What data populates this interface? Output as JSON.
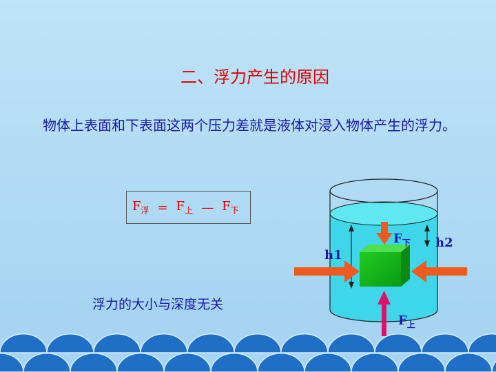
{
  "title": "二、浮力产生的原因",
  "paragraph": "物体上表面和下表面这两个压力差就是液体对浸入物体产生的浮力。",
  "formula": {
    "lhs": "F",
    "lhs_sub": "浮",
    "eq": "=",
    "t1": "F",
    "t1_sub": "上",
    "minus": "—",
    "t2": "F",
    "t2_sub": "下"
  },
  "note": "浮力的大小与深度无关",
  "diagram": {
    "h1": "h1",
    "h2": "h2",
    "f_top": "F",
    "f_top_sub": "下",
    "f_bottom": "F",
    "f_bottom_sub": "上"
  },
  "colors": {
    "title": "#e00000",
    "text": "#1a1aa8",
    "water": "#33d6e8",
    "cube": "#12b81a",
    "arrow_orange": "#f05a1e",
    "arrow_pink": "#e0106a",
    "waves": "#1f6fc6"
  }
}
